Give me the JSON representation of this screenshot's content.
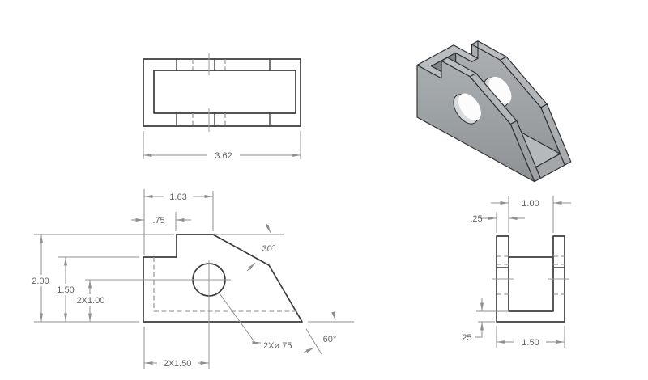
{
  "drawing": {
    "type": "engineering-drawing",
    "views": {
      "top": {
        "title": "top-view",
        "dims": {
          "overall_length": "3.62"
        }
      },
      "front": {
        "title": "front-view",
        "dims": {
          "face_length": "1.63",
          "step_width": ".75",
          "upper_angle": "30°",
          "overall_height": "2.00",
          "shoulder_height": "1.50",
          "hole_center_height": "2X1.00",
          "hole_center_offset": "2X1.50",
          "hole_diameter": "2Xø.75",
          "lower_angle": "60°"
        }
      },
      "side": {
        "title": "side-view",
        "dims": {
          "channel_width": "1.00",
          "wall_thickness": ".25",
          "floor_thickness": ".25",
          "overall_width": "1.50"
        }
      },
      "isometric": {
        "title": "isometric-view"
      }
    },
    "colors": {
      "object_line": "#3c3c3c",
      "hidden_line": "#8a8a8a",
      "dimension_line": "#8f8f8f",
      "dimension_text": "#636363",
      "iso_top_face": "#babec0",
      "iso_side_face": "#989da0",
      "iso_cavity_face": "#7f8386"
    }
  }
}
